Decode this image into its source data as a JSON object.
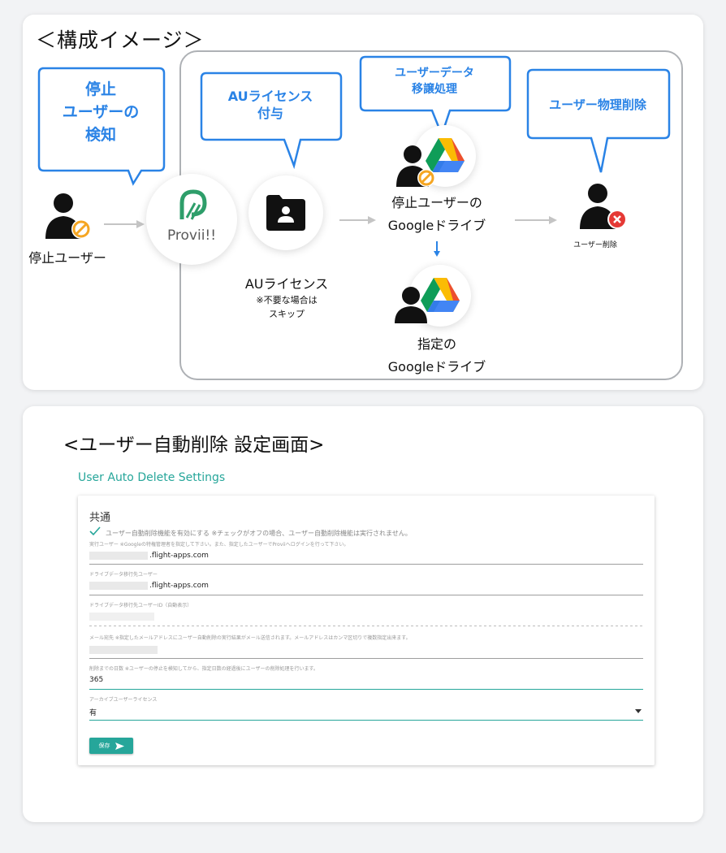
{
  "diagram": {
    "title": "＜構成イメージ＞",
    "bubbles": {
      "detect": [
        "停止",
        "ユーザーの",
        "検知"
      ],
      "au_license": [
        "AUライセンス",
        "付与"
      ],
      "transfer": [
        "ユーザーデータ",
        "移譲処理"
      ],
      "delete": "ユーザー物理削除"
    },
    "labels": {
      "suspended_user": "停止ユーザー",
      "provii_logo": "Provii!!",
      "au_license": "AUライセンス",
      "au_note_1": "※不要な場合は",
      "au_note_2": "スキップ",
      "suspended_drive_1": "停止ユーザーの",
      "suspended_drive_2": "Googleドライブ",
      "user_delete": "ユーザー削除",
      "target_drive_1": "指定の",
      "target_drive_2": "Googleドライブ"
    },
    "colors": {
      "accent_blue": "#2a83e6",
      "arrow_gray": "#c4c4c4",
      "ban_orange": "#f5a623",
      "delete_red": "#e53935",
      "provii_green": "#2e9e6a"
    }
  },
  "settings_screen": {
    "title": "<ユーザー自動削除 設定画面>",
    "app_title": "User Auto Delete Settings",
    "section_title": "共通",
    "checkbox_label": "ユーザー自動削除機能を有効にする ※チェックがオフの場合、ユーザー自動削除機能は実行されません。",
    "checkbox_checked": true,
    "exec_user_help": "実行ユーザー ※Googleの特権管理者を指定して下さい。また、指定したユーザーでProviiへログインを行って下さい。",
    "exec_user_value": ".flight-apps.com",
    "transfer_user_label": "ドライブデータ移行先ユーザー",
    "transfer_user_value": ".flight-apps.com",
    "transfer_id_label": "ドライブデータ移行先ユーザーID（自動表示）",
    "mail_label": "メール宛先 ※指定したメールアドレスにユーザー自動削除の実行結果がメール送信されます。メールアドレスはカンマ区切りで複数指定出来ます。",
    "days_label": "削除までの日数 ※ユーザーの停止を検知してから、指定日数の経過後にユーザーの削除処理を行います。",
    "days_value": "365",
    "archive_label": "アーカイブユーザーライセンス",
    "archive_value": "有",
    "save_label": "保存",
    "accent": "#26a69a"
  }
}
